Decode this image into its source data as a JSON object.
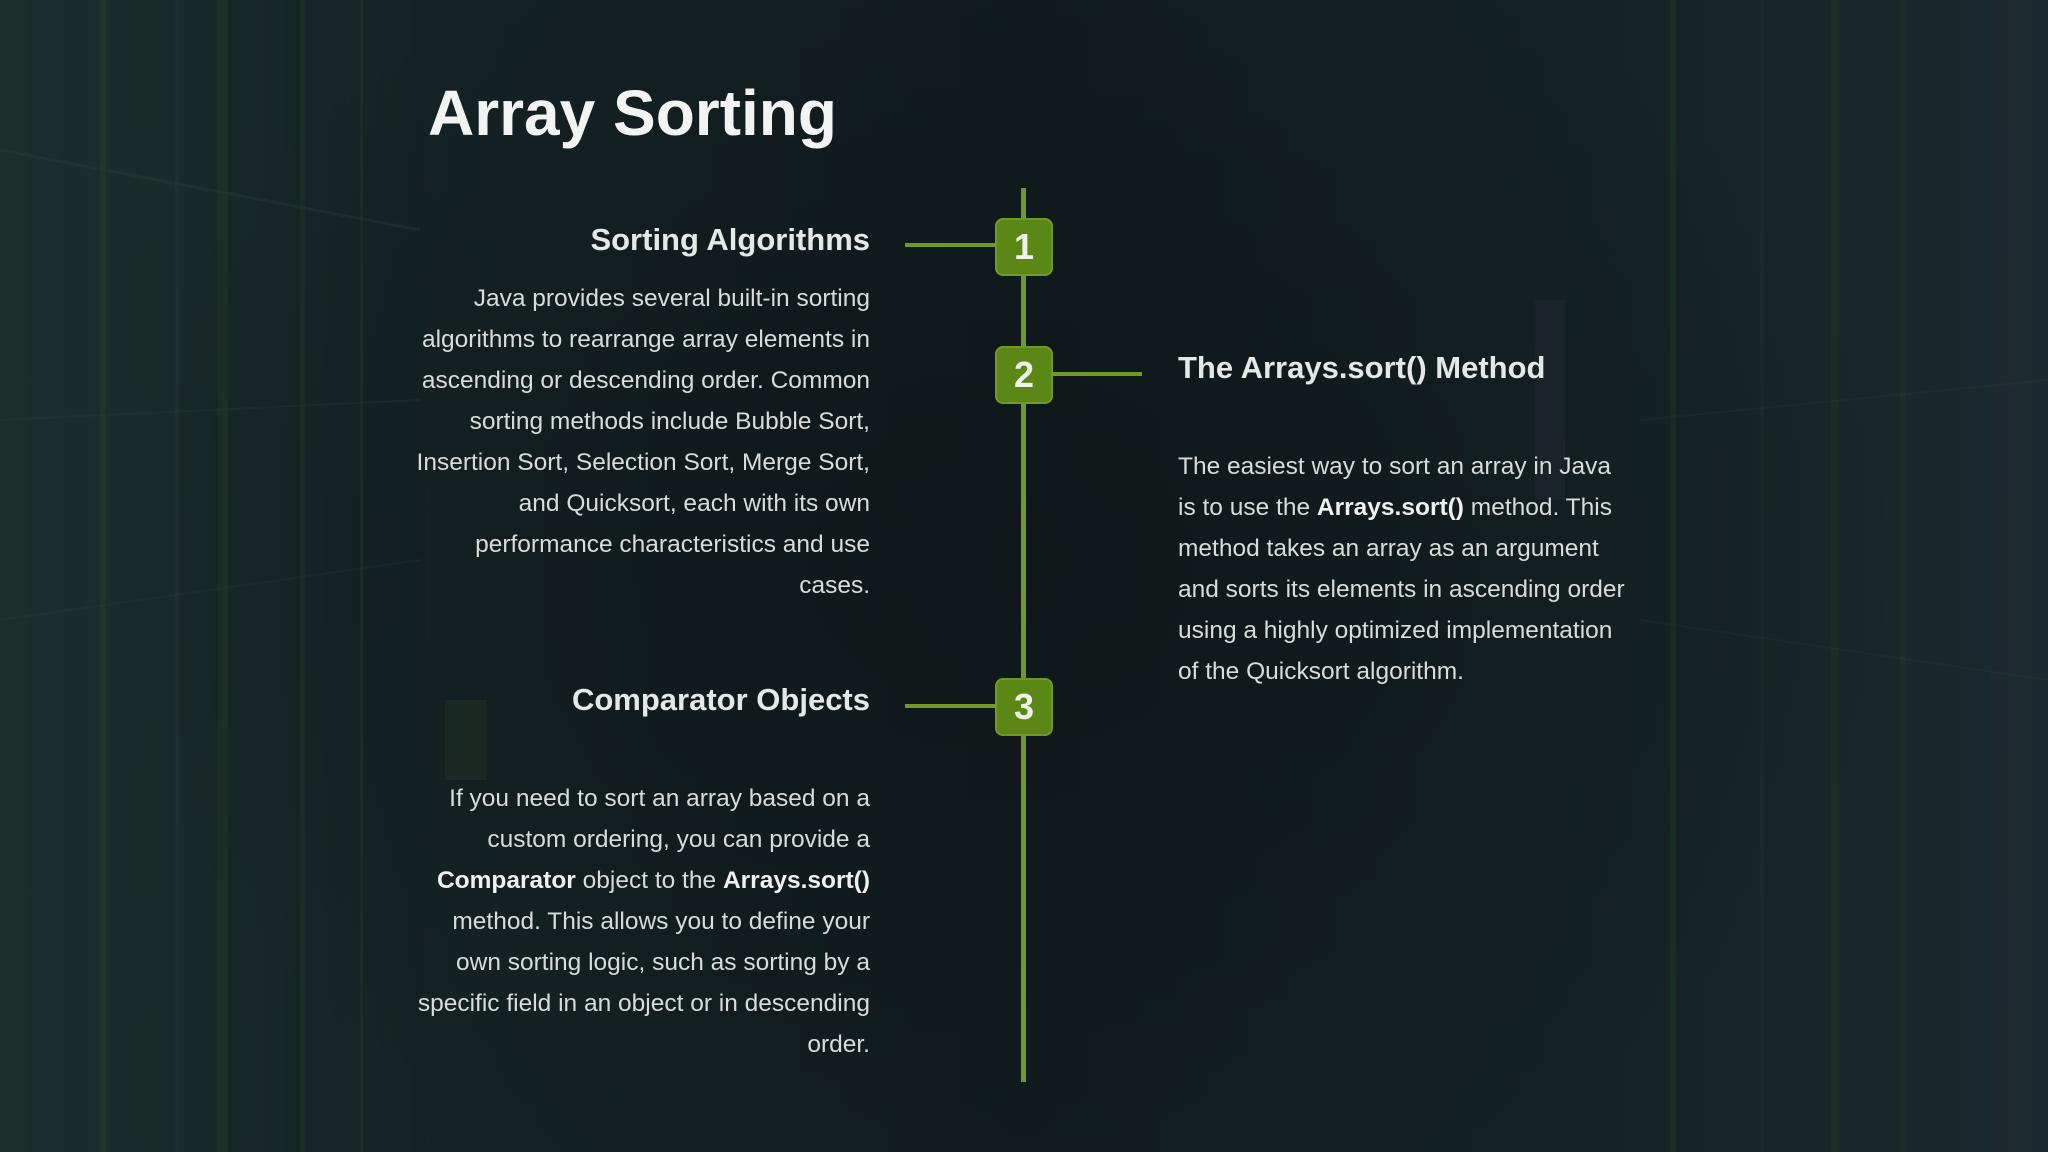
{
  "slide": {
    "title": "Array Sorting",
    "accent_color": "#5b8716",
    "items": [
      {
        "number": "1",
        "heading": "Sorting Algorithms",
        "side": "left",
        "body": [
          {
            "text": "Java provides several built-in sorting algorithms to rearrange array elements in ascending or descending order. Common sorting methods include Bubble Sort, Insertion Sort, Selection Sort, Merge Sort, and Quicksort, each with its own performance characteristics and use cases.",
            "bold": false
          }
        ]
      },
      {
        "number": "2",
        "heading": "The Arrays.sort() Method",
        "side": "right",
        "body": [
          {
            "text": "The easiest way to sort an array in Java is to use the ",
            "bold": false
          },
          {
            "text": "Arrays.sort()",
            "bold": true
          },
          {
            "text": " method. This method takes an array as an argument and sorts its elements in ascending order using a highly optimized implementation of the Quicksort algorithm.",
            "bold": false
          }
        ]
      },
      {
        "number": "3",
        "heading": "Comparator Objects",
        "side": "left",
        "body": [
          {
            "text": "If you need to sort an array based on a custom ordering, you can provide a ",
            "bold": false
          },
          {
            "text": "Comparator",
            "bold": true
          },
          {
            "text": " object to the ",
            "bold": false
          },
          {
            "text": "Arrays.sort()",
            "bold": true
          },
          {
            "text": " method. This allows you to define your own sorting logic, such as sorting by a specific field in an object or in descending order.",
            "bold": false
          }
        ]
      }
    ]
  }
}
